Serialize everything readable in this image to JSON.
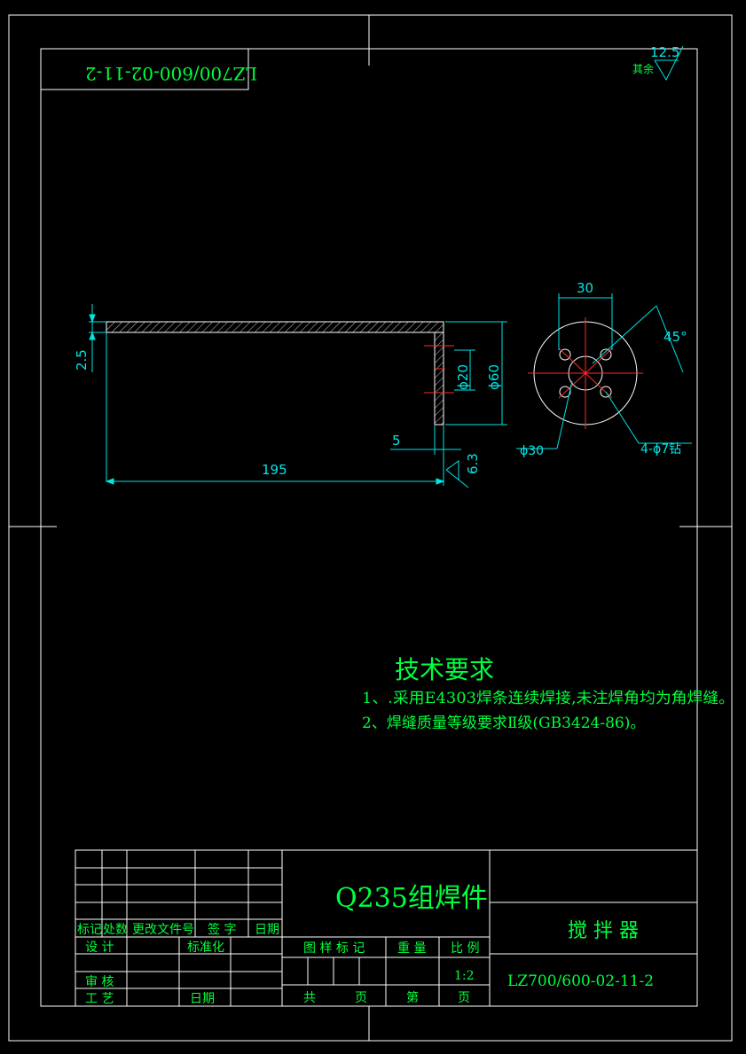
{
  "drawing": {
    "mirrored_code": "LZ700/600-02-11-2",
    "roughness": {
      "prefix": "其余",
      "value": "12.5"
    }
  },
  "dimensions": {
    "d30_top": "30",
    "angle": "45°",
    "t25": "2.5",
    "phi20": "ϕ20",
    "phi60": "ϕ60",
    "five": "5",
    "len195": "195",
    "weld": "6.3",
    "phi30": "ϕ30",
    "holes": "4-ϕ7钻"
  },
  "tech": {
    "title": "技术要求",
    "line1": "1、.采用E4303焊条连续焊接,未注焊角均为角焊缝。",
    "line2": "2、焊缝质量等级要求Ⅱ级(GB3424-86)。"
  },
  "title_block": {
    "part_name": "Q235组焊件",
    "product": "搅 拌 器",
    "drawing_no": "LZ700/600-02-11-2",
    "scale": "1:2",
    "labels": {
      "mark": "标记",
      "count": "处数",
      "change_doc": "更改文件号",
      "signature": "签 字",
      "date": "日期",
      "design": "设 计",
      "standardization": "标准化",
      "check": "审 核",
      "process": "工 艺",
      "date2": "日期",
      "stage_mark": "图 样 标 记",
      "weight": "重 量",
      "ratio": "比 例",
      "total": "共",
      "sheets": "页",
      "sheet_no": "第",
      "sheets2": "页"
    }
  },
  "colors": {
    "frame": "#ffffff",
    "text": "#00ff3c",
    "dimension": "#00e5e5",
    "centerline": "#ff2a2a",
    "part": "#ffffff"
  }
}
